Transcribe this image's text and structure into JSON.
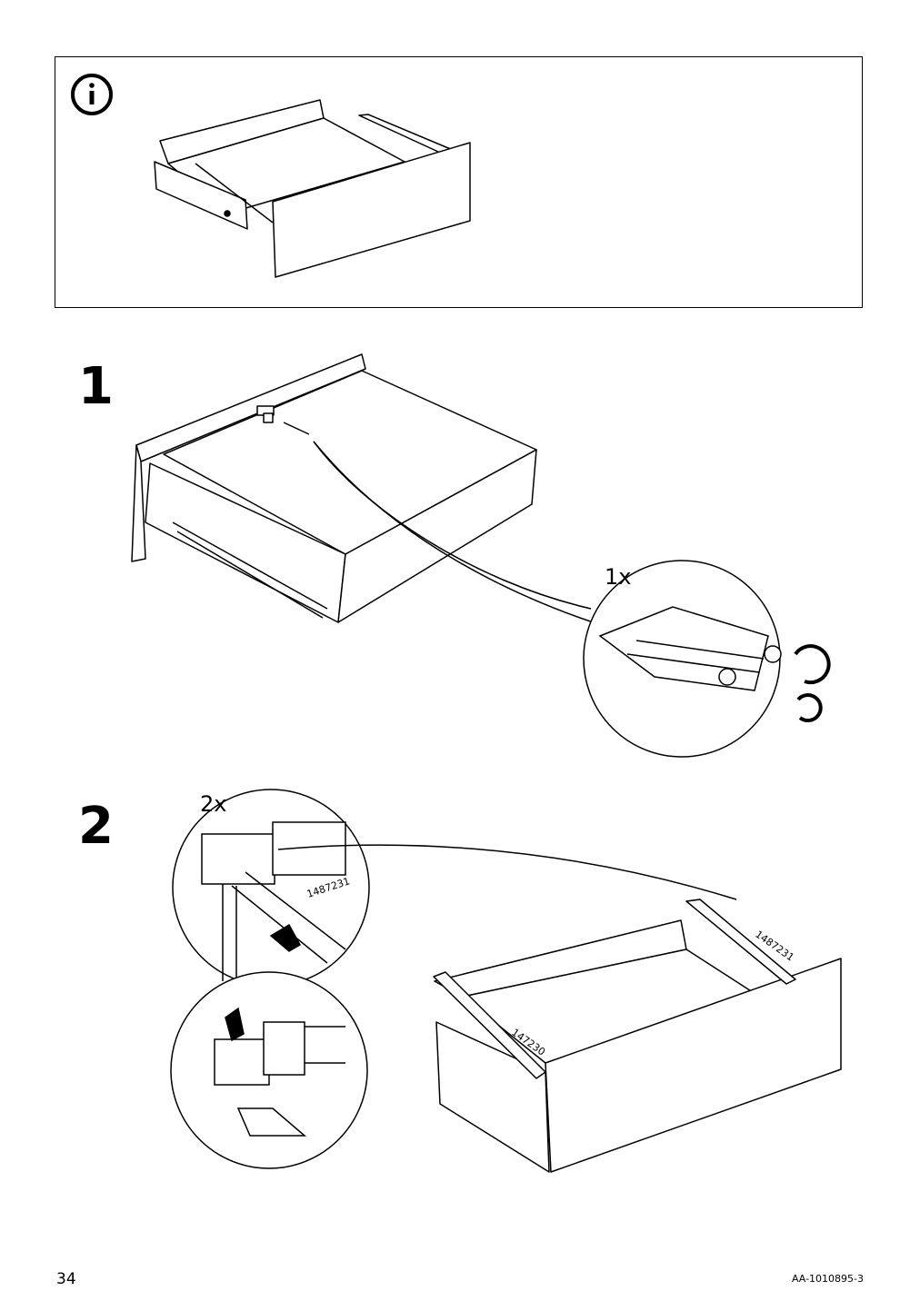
{
  "info_panel": {
    "icon": "info-icon"
  },
  "steps": [
    {
      "number": "1",
      "quantity": "1x"
    },
    {
      "number": "2",
      "quantity": "2x",
      "part_numbers": [
        "1487231",
        "1487231",
        "147230"
      ]
    }
  ],
  "footer": {
    "page_number": "34",
    "doc_code": "AA-1010895-3"
  }
}
